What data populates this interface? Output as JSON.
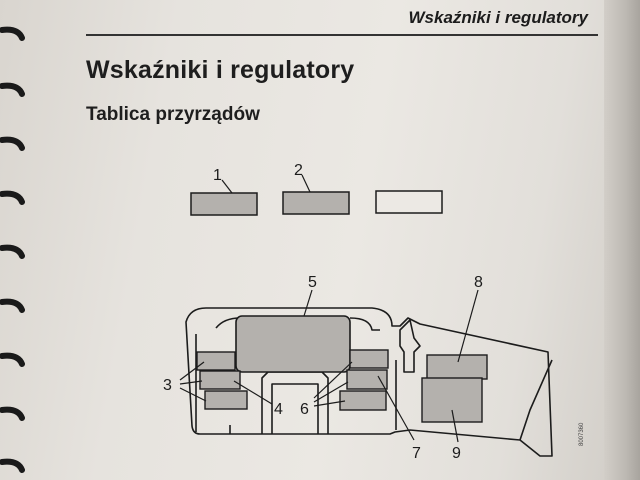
{
  "header": {
    "running_title": "Wskaźniki i regulatory"
  },
  "section": {
    "title": "Wskaźniki i regulatory",
    "subtitle": "Tablica przyrządów"
  },
  "diagram": {
    "callouts": {
      "c1": "1",
      "c2": "2",
      "c3": "3",
      "c4": "4",
      "c5": "5",
      "c6": "6",
      "c7": "7",
      "c8": "8",
      "c9": "9"
    },
    "figure_code": "8007360"
  },
  "colors": {
    "ink": "#1c1c1c",
    "panel_fill": "#b4b1ad",
    "page": "#e6e3de"
  }
}
